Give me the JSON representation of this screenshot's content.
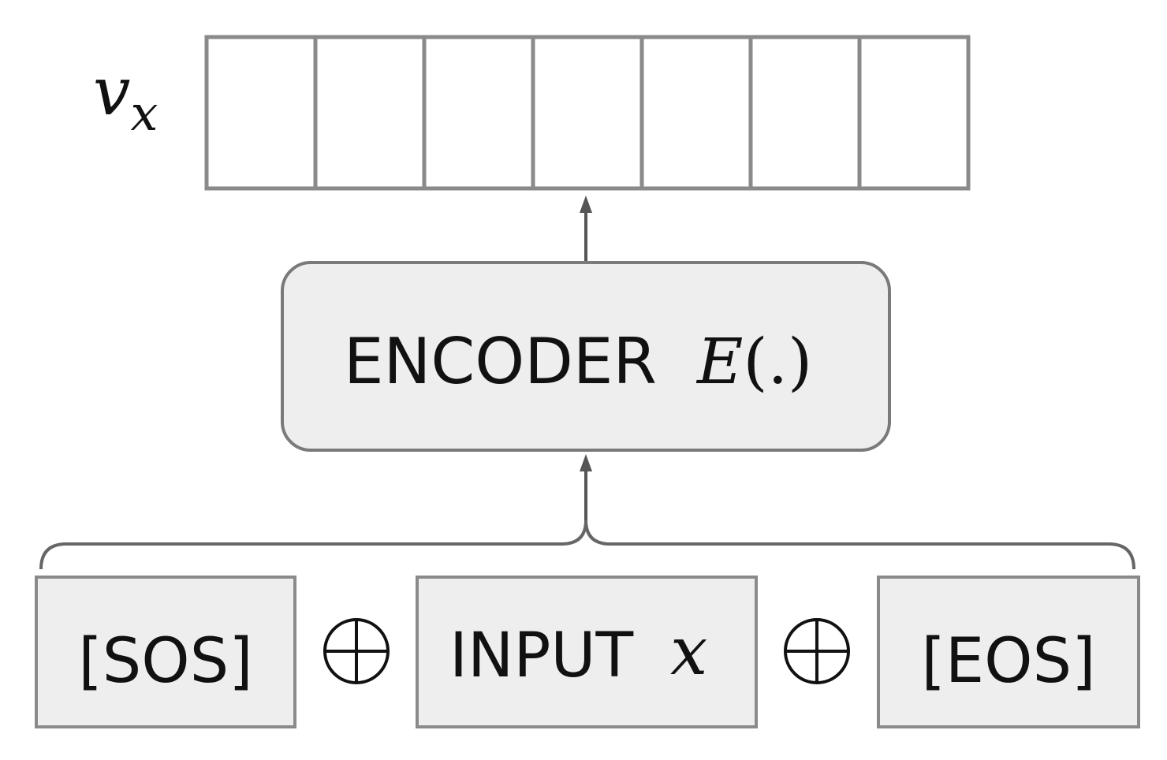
{
  "vector": {
    "symbol": "v",
    "subscript": "x",
    "cell_count": 7
  },
  "encoder": {
    "label": "ENCODER",
    "math_letter": "E",
    "math_args": "(.)"
  },
  "inputs": {
    "sos_label": "[SOS]",
    "input_label": "INPUT",
    "input_math": "x",
    "eos_label": "[EOS]",
    "operator": "⊕"
  },
  "colors": {
    "box_fill": "#eeeeee",
    "box_stroke": "#8a8a8a",
    "arrow": "#555555",
    "text": "#111111"
  }
}
